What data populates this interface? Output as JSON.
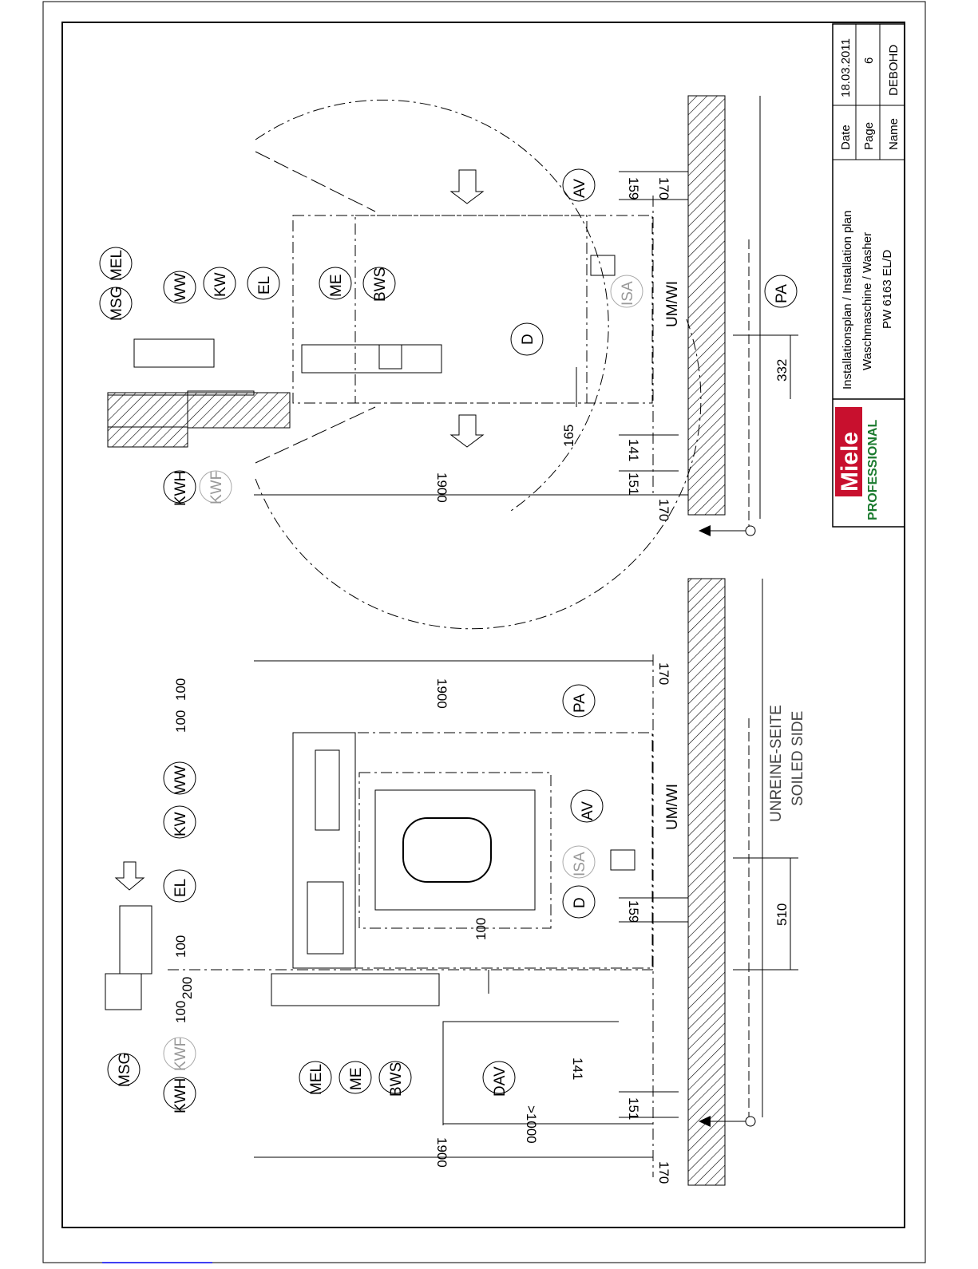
{
  "title_block": {
    "title_line1": "Installationsplan / Installation plan",
    "title_line2": "Waschmaschine / Washer",
    "title_line3": "PW 6163 EL/D",
    "date_label": "Date",
    "date_value": "18.03.2011",
    "page_label": "Page",
    "page_value": "6",
    "name_label": "Name",
    "name_value": "DEBOHD",
    "logo_brand": "Miele",
    "logo_sub": "PROFESSIONAL"
  },
  "front_view": {
    "labels": {
      "msg": "MSG",
      "kwh": "KWH",
      "kwf": "KWF",
      "mel": "MEL",
      "me": "ME",
      "bws": "BWS",
      "dav": "DAV",
      "el": "EL",
      "kw": "KW",
      "ww": "WW",
      "d": "D",
      "isa": "ISA",
      "av": "AV",
      "pa": "PA",
      "umwi": "UM/WI",
      "soiled_de": "UNREINE-SEITE",
      "soiled_en": "SOILED SIDE"
    },
    "dims": {
      "total_1900": "1900",
      "min_1000": ">1000",
      "d151": "151",
      "d141": "141",
      "d170": "170",
      "d159": "159",
      "d510": "510",
      "d100a": "100",
      "d100b": "100",
      "d200": "200",
      "d100c": "100",
      "d100d": "100",
      "d100e": "100",
      "top_1900": "1900",
      "top_170": "170"
    }
  },
  "side_view": {
    "labels": {
      "msg": "MSG",
      "mel": "MEL",
      "ww": "WW",
      "kw": "KW",
      "el": "EL",
      "me": "ME",
      "bws": "BWS",
      "kwh": "KWH",
      "kwf": "KWF",
      "d": "D",
      "av": "AV",
      "isa": "ISA",
      "pa": "PA",
      "umwi": "UM/WI"
    },
    "dims": {
      "total_1900": "1900",
      "d165": "165",
      "d141": "141",
      "d151": "151",
      "d170": "170",
      "d170b": "170",
      "d159": "159",
      "d332": "332"
    }
  },
  "colors": {
    "logo_red": "#c8102e",
    "line": "#000000",
    "ghost": "#aaaaaa",
    "link": "#0000ee"
  }
}
